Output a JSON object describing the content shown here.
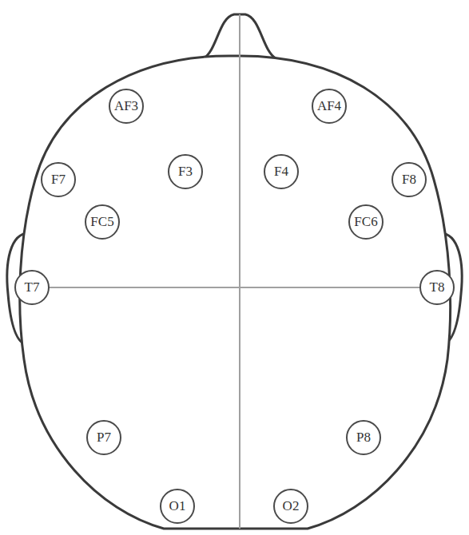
{
  "diagram": {
    "nodes": [
      {
        "text": [
          "AF3"
        ]
      },
      {
        "text": [
          "AF4"
        ]
      },
      {
        "text": [
          "F7"
        ]
      },
      {
        "text": [
          "F3"
        ]
      },
      {
        "text": [
          "F4"
        ]
      },
      {
        "text": [
          "F8"
        ]
      },
      {
        "text": [
          "FC5"
        ]
      },
      {
        "text": [
          "FC6"
        ]
      },
      {
        "text": [
          "T7"
        ]
      },
      {
        "text": [
          "T8"
        ]
      },
      {
        "text": [
          "P7"
        ]
      },
      {
        "text": [
          "P8"
        ]
      },
      {
        "text": [
          "O1"
        ]
      },
      {
        "text": [
          "O2"
        ]
      }
    ]
  }
}
